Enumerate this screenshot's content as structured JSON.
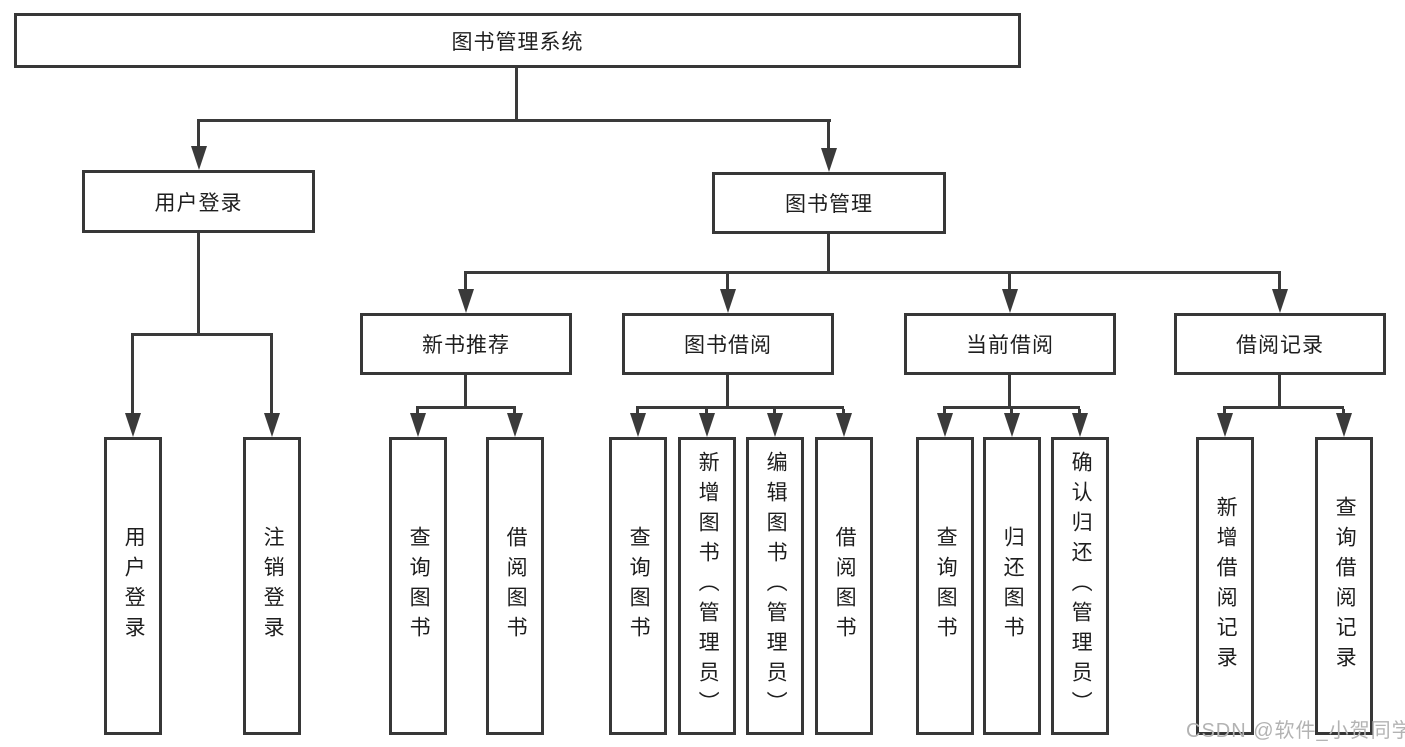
{
  "colors": {
    "line": "#3a3a3a",
    "border": "#373737",
    "text": "#1e1e1e",
    "background": "#ffffff",
    "watermark": "#b3b3b3"
  },
  "tree": {
    "root": "图书管理系统",
    "branches": [
      {
        "label": "用户登录",
        "leaves": [
          "用户登录",
          "注销登录"
        ]
      },
      {
        "label": "图书管理",
        "sections": [
          {
            "label": "新书推荐",
            "leaves": [
              "查询图书",
              "借阅图书"
            ]
          },
          {
            "label": "图书借阅",
            "leaves": [
              "查询图书",
              "新增图书（管理员）",
              "编辑图书（管理员）",
              "借阅图书"
            ]
          },
          {
            "label": "当前借阅",
            "leaves": [
              "查询图书",
              "归还图书",
              "确认归还（管理员）"
            ]
          },
          {
            "label": "借阅记录",
            "leaves": [
              "新增借阅记录",
              "查询借阅记录"
            ]
          }
        ]
      }
    ]
  },
  "watermark": "CSDN @软件_小贺同学"
}
